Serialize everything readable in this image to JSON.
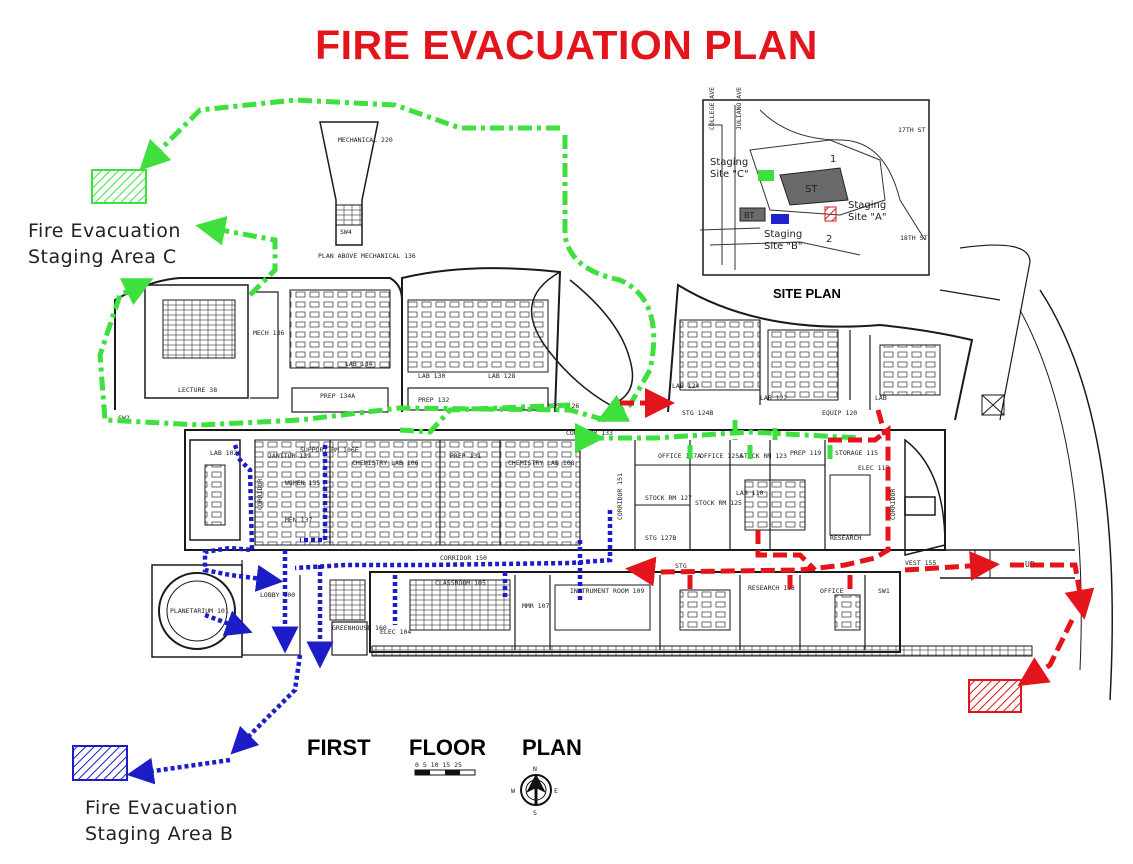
{
  "title": "FIRE EVACUATION PLAN",
  "floor_plan": {
    "word1": "FIRST",
    "word2": "FLOOR",
    "word3": "PLAN"
  },
  "staging_areas": {
    "c_line1": "Fire Evacuation",
    "c_line2": "Staging Area C",
    "b_line1": "Fire Evacuation",
    "b_line2": "Staging Area B"
  },
  "site_plan": {
    "label": "SITE PLAN",
    "site_c_1": "Staging",
    "site_c_2": "Site \"C\"",
    "site_b_1": "Staging",
    "site_b_2": "Site \"B\"",
    "site_a_1": "Staging",
    "site_a_2": "Site \"A\"",
    "st": "ST",
    "bt": "BT",
    "lot1": "1",
    "lot2": "2",
    "street_college": "COLLEGE AVE",
    "street_juliano": "JULIANO AVE",
    "street_17th": "17TH ST",
    "street_18th": "18TH ST"
  },
  "rooms": {
    "mechanical": "MECHANICAL 220",
    "sw4": "SW4",
    "plan_above": "PLAN ABOVE MECHANICAL 136",
    "lecture": "LECTURE 38",
    "mech": "MECH 136",
    "lab134": "LAB 134",
    "prep134a": "PREP 134A",
    "lab130": "LAB 130",
    "lab128": "LAB 128",
    "prep132": "PREP 132",
    "vest": "VEST 126",
    "corridor133": "CORRIDOR 133",
    "lab124": "LAB 124",
    "stg124b": "STG 124B",
    "lab122": "LAB 122",
    "equip": "EQUIP 120",
    "lab118": "LAB",
    "lab102": "LAB 102",
    "janitor": "JANITOR 139",
    "support_rm": "SUPPORT RM 106E",
    "chem_lab_a": "CHEMISTRY LAB 106",
    "prep131": "PREP 131",
    "chem_lab_b": "CHEMISTRY LAB 108",
    "women": "WOMEN 135",
    "men": "MEN 137",
    "corridor": "CORRIDOR",
    "corridor150": "CORRIDOR 150",
    "corridor151": "CORRIDOR 151",
    "office127a": "OFFICE 127A",
    "office125a": "OFFICE 125A",
    "stock_rm_top": "STOCK RM 123",
    "prep119": "PREP 119",
    "storage": "STORAGE 115",
    "elec": "ELEC 117",
    "stock_rm127": "STOCK RM 127",
    "stock_rm125": "STOCK RM 125",
    "lab110": "LAB 110",
    "stg127b": "STG 127B",
    "research": "RESEARCH",
    "corridor_e": "CORRIDOR",
    "vest155": "VEST 155",
    "up": "UP",
    "planetarium": "PLANETARIUM 101",
    "lobby": "LOBBY 100",
    "greenhouse": "GREENHOUSE 160",
    "elec104": "ELEC 104",
    "classroom": "CLASSROOM 105",
    "mmr": "MMR 107",
    "instrument": "INSTRUMENT ROOM 109",
    "research113": "RESEARCH 113",
    "office": "OFFICE",
    "stg": "STG",
    "sw1": "SW1",
    "sw2": "SW2"
  },
  "scale_text": "0 5 10 15 25",
  "compass_n": "N",
  "compass_s": "S",
  "compass_e": "E",
  "compass_w": "W",
  "colors": {
    "title": "#e3141b",
    "route_a": "#e3141b",
    "route_b": "#1d1dc8",
    "route_c": "#3ee03e",
    "walls": "#1a1a1a"
  }
}
